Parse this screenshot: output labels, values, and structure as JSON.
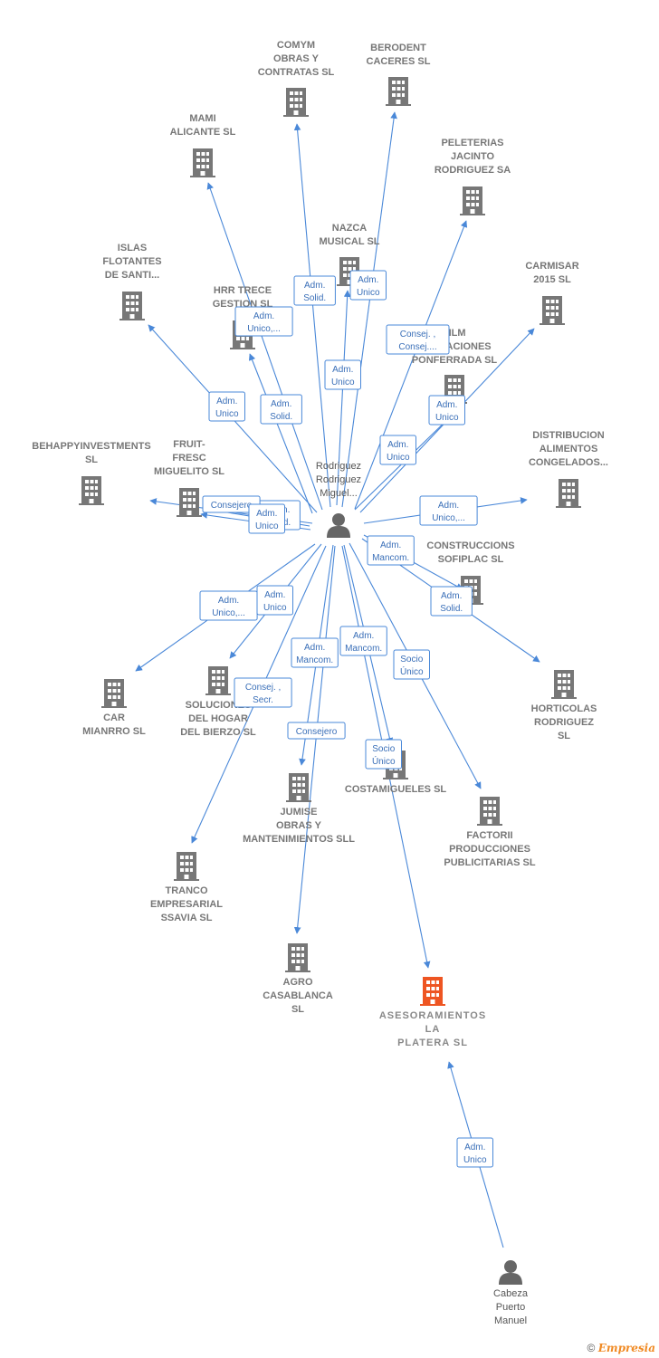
{
  "colors": {
    "edge": "#4a88d8",
    "node": "#777777",
    "highlight": "#ee5522"
  },
  "persons": [
    {
      "id": "p1",
      "lines": [
        "Rodriguez",
        "Rodriguez",
        "Miguel..."
      ]
    },
    {
      "id": "p2",
      "lines": [
        "Cabeza",
        "Puerto",
        "Manuel"
      ]
    }
  ],
  "companies": [
    {
      "id": "comym",
      "lines": [
        "COMYM",
        "OBRAS Y",
        "CONTRATAS SL"
      ]
    },
    {
      "id": "berodent",
      "lines": [
        "BERODENT",
        "CACERES SL"
      ]
    },
    {
      "id": "mami",
      "lines": [
        "MAMI",
        "ALICANTE SL"
      ]
    },
    {
      "id": "peleterias",
      "lines": [
        "PELETERIAS",
        "JACINTO",
        "RODRIGUEZ SA"
      ]
    },
    {
      "id": "nazca",
      "lines": [
        "NAZCA",
        "MUSICAL SL"
      ]
    },
    {
      "id": "islas",
      "lines": [
        "ISLAS",
        "FLOTANTES",
        "DE SANTI..."
      ]
    },
    {
      "id": "carmisar",
      "lines": [
        "CARMISAR",
        "2015 SL"
      ]
    },
    {
      "id": "hrr",
      "lines": [
        "HRR TRECE",
        "GESTION SL"
      ]
    },
    {
      "id": "mlm",
      "lines": [
        "MLM",
        "OPERACIONES",
        "PONFERRADA SL"
      ]
    },
    {
      "id": "behappy",
      "lines": [
        "BEHAPPYINVESTMENTS",
        "SL"
      ]
    },
    {
      "id": "fruit",
      "lines": [
        "FRUIT-",
        "FRESC",
        "MIGUELITO SL"
      ]
    },
    {
      "id": "distribucion",
      "lines": [
        "DISTRIBUCION",
        "ALIMENTOS",
        "CONGELADOS..."
      ]
    },
    {
      "id": "construccions",
      "lines": [
        "CONSTRUCCIONS",
        "SOFIPLAC SL"
      ]
    },
    {
      "id": "car",
      "lines": [
        "CAR",
        "MIANRRO SL"
      ]
    },
    {
      "id": "soluciones",
      "lines": [
        "SOLUCIONES",
        "DEL HOGAR",
        "DEL BIERZO SL"
      ]
    },
    {
      "id": "horticolas",
      "lines": [
        "HORTICOLAS",
        "RODRIGUEZ",
        "SL"
      ]
    },
    {
      "id": "costamigueles",
      "lines": [
        "COSTAMIGUELES SL"
      ]
    },
    {
      "id": "jumise",
      "lines": [
        "JUMISE",
        "OBRAS Y",
        "MANTENIMIENTOS SLL"
      ]
    },
    {
      "id": "factorii",
      "lines": [
        "FACTORII",
        "PRODUCCIONES",
        "PUBLICITARIAS SL"
      ]
    },
    {
      "id": "tranco",
      "lines": [
        "TRANCO",
        "EMPRESARIAL",
        "SSAVIA SL"
      ]
    },
    {
      "id": "agro",
      "lines": [
        "AGRO",
        "CASABLANCA",
        "SL"
      ]
    },
    {
      "id": "asesoramientos",
      "lines": [
        "ASESORAMIENTOS",
        "LA",
        "PLATERA SL"
      ],
      "highlight": true
    }
  ],
  "edges": [
    {
      "id": "e1",
      "label": [
        "Adm.",
        "Solid."
      ]
    },
    {
      "id": "e2",
      "label": [
        "Adm.",
        "Unico"
      ]
    },
    {
      "id": "e3",
      "label": [
        "Adm.",
        "Unico,..."
      ]
    },
    {
      "id": "e4",
      "label": [
        "Consej. ,",
        "Consej...."
      ]
    },
    {
      "id": "e5",
      "label": [
        "Adm.",
        "Unico"
      ]
    },
    {
      "id": "e6",
      "label": [
        "Adm.",
        "Unico"
      ]
    },
    {
      "id": "e7",
      "label": [
        "Adm.",
        "Unico"
      ]
    },
    {
      "id": "e8",
      "label": [
        "Adm.",
        "Solid."
      ]
    },
    {
      "id": "e9",
      "label": [
        "Adm.",
        "Unico"
      ]
    },
    {
      "id": "e10",
      "label": [
        "Adm.",
        "Solid."
      ]
    },
    {
      "id": "e11",
      "label": [
        "Consejero"
      ]
    },
    {
      "id": "e12",
      "label": [
        "Adm.",
        "Unico"
      ]
    },
    {
      "id": "e13",
      "label": [
        "Adm.",
        "Unico,..."
      ]
    },
    {
      "id": "e14",
      "label": [
        "Adm.",
        "Mancom."
      ]
    },
    {
      "id": "e15",
      "label": [
        "Adm.",
        "Solid."
      ]
    },
    {
      "id": "e16",
      "label": [
        "Adm.",
        "Unico,..."
      ]
    },
    {
      "id": "e17",
      "label": [
        "Adm.",
        "Unico"
      ]
    },
    {
      "id": "e18",
      "label": [
        "Adm.",
        "Mancom."
      ]
    },
    {
      "id": "e19",
      "label": [
        "Adm.",
        "Mancom."
      ]
    },
    {
      "id": "e20",
      "label": [
        "Socio",
        "Único"
      ]
    },
    {
      "id": "e21",
      "label": [
        "Consej. ,",
        "Secr."
      ]
    },
    {
      "id": "e22",
      "label": [
        "Consejero"
      ]
    },
    {
      "id": "e23",
      "label": [
        "Socio",
        "Único"
      ]
    },
    {
      "id": "e24",
      "label": [
        "Adm.",
        "Unico"
      ]
    }
  ],
  "copyright": {
    "symbol": "©",
    "brand": "Empresia"
  }
}
